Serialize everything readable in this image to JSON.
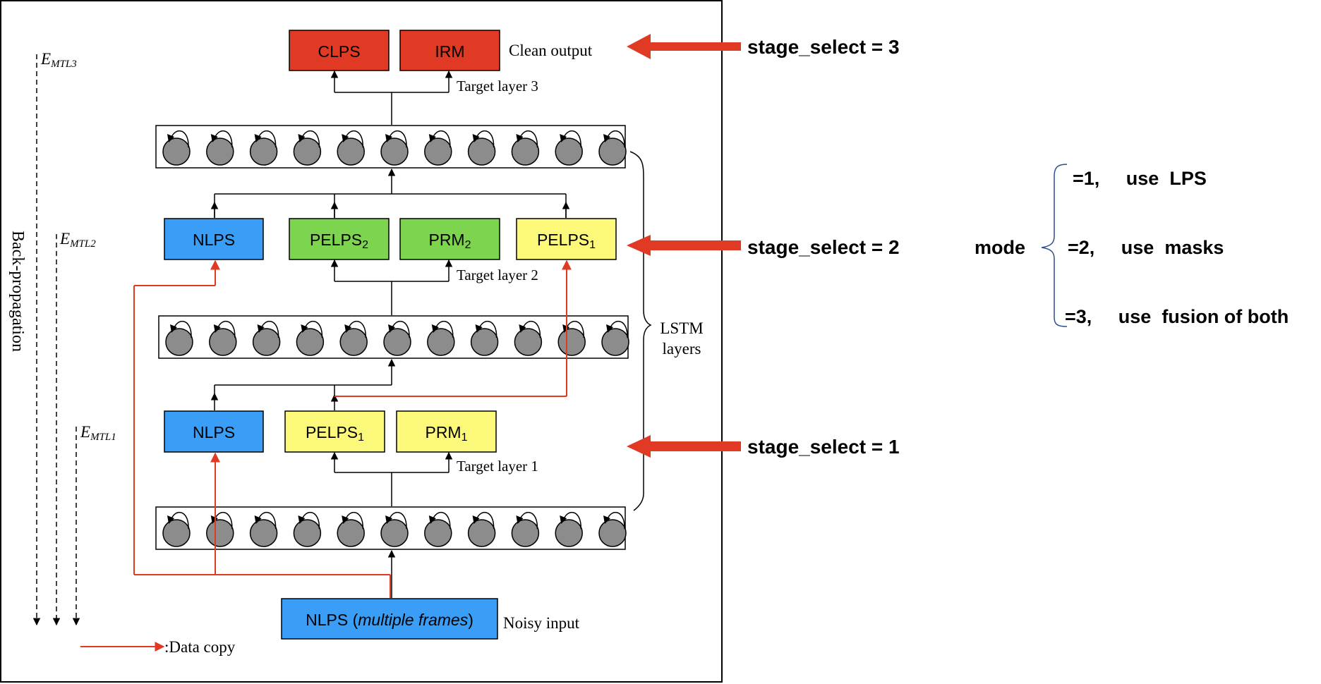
{
  "outputs": {
    "clps": "CLPS",
    "irm": "IRM",
    "clean_output": "Clean output",
    "target_layer_3": "Target layer 3"
  },
  "layer2": {
    "nlps": "NLPS",
    "pelps2_base": "PELPS",
    "pelps2_sub": "2",
    "prm2_base": "PRM",
    "prm2_sub": "2",
    "pelps1_base": "PELPS",
    "pelps1_sub": "1",
    "target_layer_2": "Target layer 2"
  },
  "layer1": {
    "nlps": "NLPS",
    "pelps1_base": "PELPS",
    "pelps1_sub": "1",
    "prm1_base": "PRM",
    "prm1_sub": "1",
    "target_layer_1": "Target layer 1"
  },
  "input": {
    "label_main": "NLPS (",
    "label_italic": "multiple frames",
    "label_end": ")",
    "noisy_input": "Noisy input"
  },
  "lstm": {
    "label_line1": "LSTM",
    "label_line2": "layers"
  },
  "backprop": {
    "label": "Back-propagation",
    "e3_base": "E",
    "e3_sub": "MTL3",
    "e2_base": "E",
    "e2_sub": "MTL2",
    "e1_base": "E",
    "e1_sub": "MTL1"
  },
  "legend": {
    "data_copy": ":Data copy"
  },
  "stages": {
    "s3": "stage_select = 3",
    "s2": "stage_select = 2",
    "s1": "stage_select = 1"
  },
  "mode": {
    "label": "mode",
    "opt1": "=1,     use  LPS",
    "opt2": "=2,     use  masks",
    "opt3": "=3,     use  fusion of both"
  },
  "colors": {
    "red_box": "#e03a25",
    "blue_box": "#3a9ef7",
    "green_box": "#7dd44f",
    "yellow_box": "#fcf97a",
    "data_copy_line": "#e03a25",
    "stage_arrow": "#e03a25",
    "cell": "#8c8c8c",
    "brace": "#2a4f8c"
  }
}
